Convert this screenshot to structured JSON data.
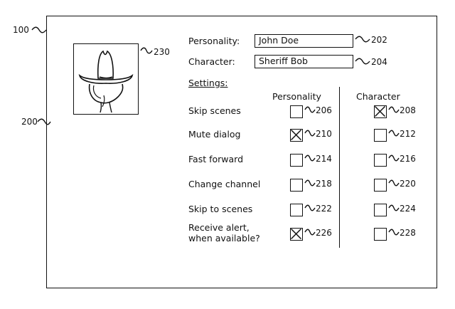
{
  "refs": {
    "figure": "100",
    "screen": "200",
    "avatar": "230",
    "personality_field": "202",
    "character_field": "204"
  },
  "profile": {
    "personality_label": "Personality:",
    "personality_value": "John Doe",
    "character_label": "Character:",
    "character_value": "Sheriff Bob"
  },
  "settings": {
    "title": "Settings:",
    "col_personality": "Personality",
    "col_character": "Character",
    "rows": [
      {
        "label": "Skip scenes",
        "p_ref": "206",
        "p_checked": false,
        "c_ref": "208",
        "c_checked": true
      },
      {
        "label": "Mute dialog",
        "p_ref": "210",
        "p_checked": true,
        "c_ref": "212",
        "c_checked": false
      },
      {
        "label": "Fast forward",
        "p_ref": "214",
        "p_checked": false,
        "c_ref": "216",
        "c_checked": false
      },
      {
        "label": "Change channel",
        "p_ref": "218",
        "p_checked": false,
        "c_ref": "220",
        "c_checked": false
      },
      {
        "label": "Skip to scenes",
        "p_ref": "222",
        "p_checked": false,
        "c_ref": "224",
        "c_checked": false
      },
      {
        "label_line1": "Receive alert,",
        "label_line2": "when available?",
        "p_ref": "226",
        "p_checked": true,
        "c_ref": "228",
        "c_checked": false
      }
    ]
  }
}
